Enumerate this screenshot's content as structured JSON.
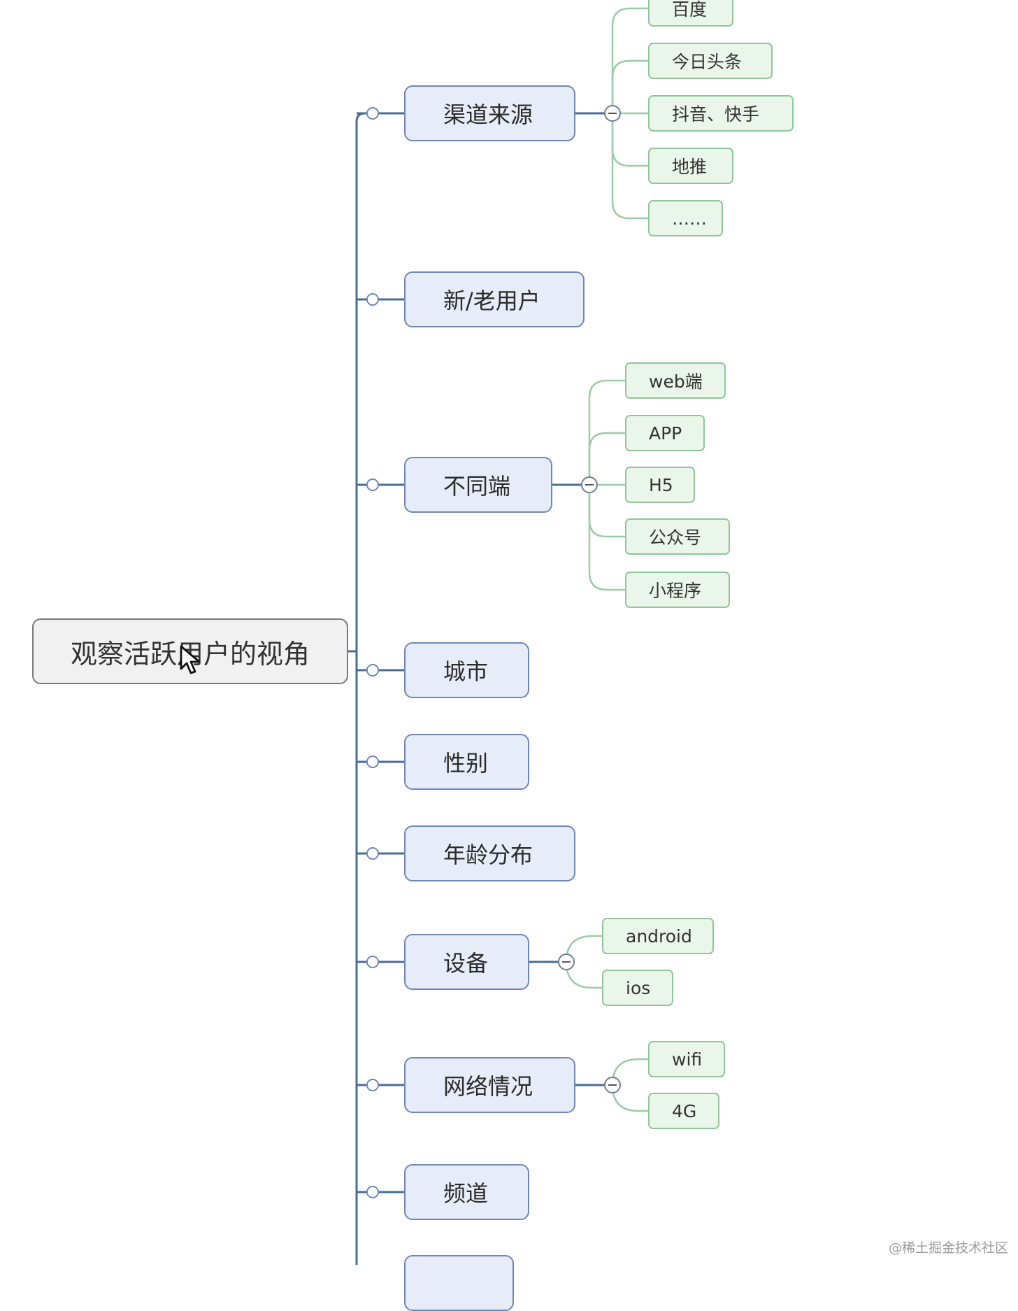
{
  "colors": {
    "trunk": "#4a6d94",
    "leaf_line": "#9acca5"
  },
  "root": {
    "label": "观察活跃用户的视角"
  },
  "branches": [
    {
      "label": "渠道来源",
      "children": [
        "百度",
        "今日头条",
        "抖音、快手",
        "地推",
        "……"
      ]
    },
    {
      "label": "新/老用户",
      "children": []
    },
    {
      "label": "不同端",
      "children": [
        "web端",
        "APP",
        "H5",
        "公众号",
        "小程序"
      ]
    },
    {
      "label": "城市",
      "children": []
    },
    {
      "label": "性别",
      "children": []
    },
    {
      "label": "年龄分布",
      "children": []
    },
    {
      "label": "设备",
      "children": [
        "android",
        "ios"
      ]
    },
    {
      "label": "网络情况",
      "children": [
        "wifi",
        "4G"
      ]
    },
    {
      "label": "频道",
      "children": []
    },
    {
      "label": "",
      "children": []
    }
  ],
  "cursor_icon": "mouse-pointer-icon",
  "watermark": "@稀土掘金技术社区"
}
